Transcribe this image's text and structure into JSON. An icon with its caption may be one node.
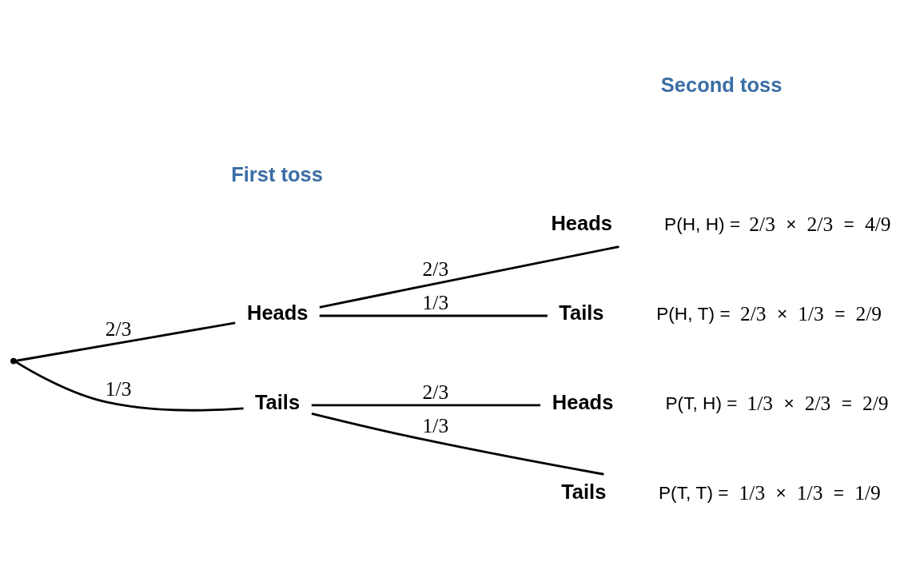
{
  "diagram": {
    "nodes": [
      {
        "text": [],
        "shape": "point"
      },
      {
        "text": [
          "Heads"
        ]
      },
      {
        "text": [
          "Heads"
        ],
        "beside": [
          "P(H, H) = 2/3 × 2/3 = 4/9"
        ]
      },
      {
        "text": [
          "Tails"
        ],
        "beside": [
          "P(H, T) = 2/3 × 1/3 = 2/9"
        ]
      },
      {
        "text": [
          "Tails"
        ]
      },
      {
        "text": [
          "Heads"
        ],
        "beside": [
          "P(T, H) = 1/3 × 2/3 = 2/9"
        ]
      },
      {
        "text": [
          "Tails"
        ],
        "beside": [
          "P(T, T) = 1/3 × 1/3 = 1/9"
        ]
      }
    ],
    "edges": [
      {
        "from": 0,
        "to": 1,
        "arrow": "none",
        "label": "2/3"
      },
      {
        "from": 1,
        "to": 2,
        "arrow": "none",
        "label": "2/3"
      },
      {
        "from": 1,
        "to": 3,
        "arrow": "none",
        "label": "1/3"
      },
      {
        "from": 0,
        "to": 4,
        "arrow": "none",
        "label": "1/3"
      },
      {
        "from": 4,
        "to": 5,
        "arrow": "none",
        "label": "2/3"
      },
      {
        "from": 4,
        "to": 6,
        "arrow": "none",
        "label": "1/3"
      }
    ],
    "labels": [
      "Second toss",
      "First toss"
    ]
  }
}
